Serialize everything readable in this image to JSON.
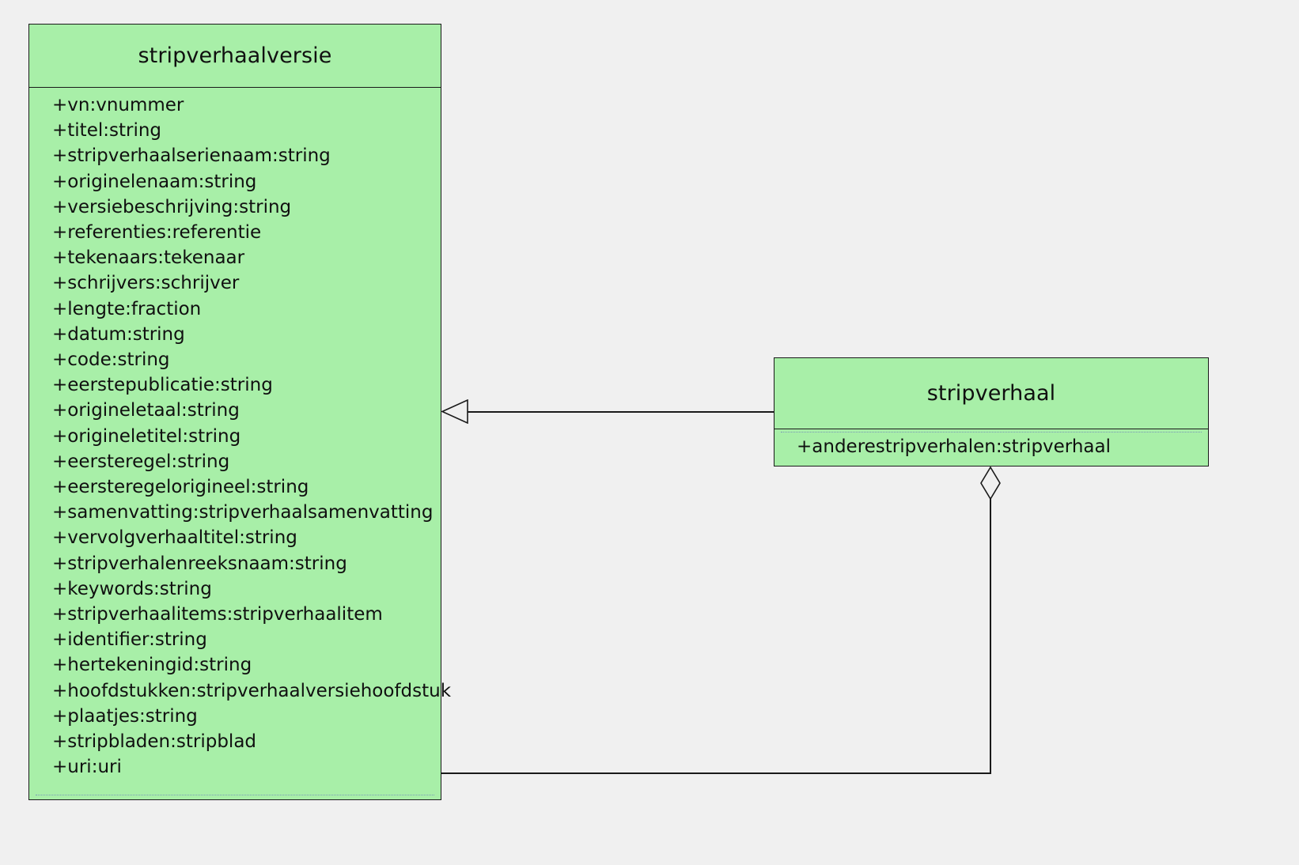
{
  "diagram": {
    "type": "uml-class-diagram",
    "background_color": "#f0f0f0",
    "class_fill_color": "#a8efa8",
    "border_color": "#1a1a1a",
    "separator_dotted_color": "#7a9ab8"
  },
  "classes": [
    {
      "name": "stripverhaalversie",
      "attributes": [
        "+vn:vnummer",
        "+titel:string",
        "+stripverhaalserienaam:string",
        "+originelenaam:string",
        "+versiebeschrijving:string",
        "+referenties:referentie",
        "+tekenaars:tekenaar",
        "+schrijvers:schrijver",
        "+lengte:fraction",
        "+datum:string",
        "+code:string",
        "+eerstepublicatie:string",
        "+origineletaal:string",
        "+origineletitel:string",
        "+eersteregel:string",
        "+eersteregelorigineel:string",
        "+samenvatting:stripverhaalsamenvatting",
        "+vervolgverhaaltitel:string",
        "+stripverhalenreeksnaam:string",
        "+keywords:string",
        "+stripverhaalitems:stripverhaalitem",
        "+identifier:string",
        "+hertekeningid:string",
        "+hoofdstukken:stripverhaalversiehoofdstuk",
        "+plaatjes:string",
        "+stripbladen:stripblad",
        "+uri:uri"
      ]
    },
    {
      "name": "stripverhaal",
      "attributes": [
        "+anderestripverhalen:stripverhaal"
      ]
    }
  ],
  "relationships": [
    {
      "kind": "generalization",
      "from": "stripverhaal",
      "to": "stripverhaalversie",
      "marker": "hollow-triangle"
    },
    {
      "kind": "aggregation",
      "from": "stripverhaal",
      "to": "stripverhaalversie",
      "marker": "hollow-diamond"
    }
  ]
}
